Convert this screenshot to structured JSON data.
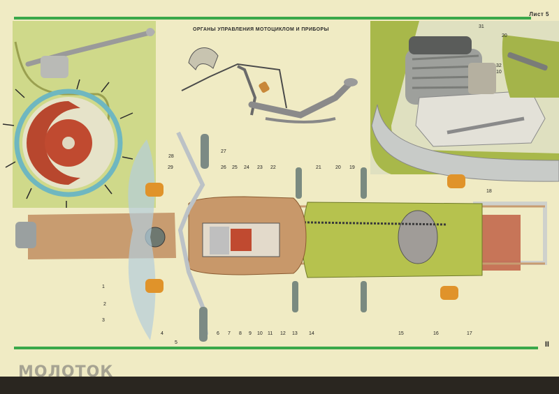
{
  "header": {
    "sheet_label": "Лист 5"
  },
  "title": "ОРГАНЫ УПРАВЛЕНИЯ МОТОЦИКЛОМ И ПРИБОРЫ",
  "page_number": "II",
  "watermark": "МОЛОТОК",
  "callouts": [
    "1",
    "2",
    "3",
    "4",
    "5",
    "6",
    "7",
    "8",
    "9",
    "10",
    "11",
    "12",
    "13",
    "14",
    "15",
    "16",
    "17",
    "18",
    "19",
    "20",
    "21",
    "22",
    "23",
    "24",
    "25",
    "26",
    "27",
    "28",
    "29",
    "31",
    "32",
    "10",
    "20"
  ],
  "colors": {
    "paper": "#f0ebc4",
    "green_rule": "#3aa84a",
    "body_green": "#a8b84a",
    "frame_tan": "#c89c70",
    "brake_red": "#b8472e",
    "indicator_orange": "#e0932a",
    "steel": "#b8bcb8"
  }
}
